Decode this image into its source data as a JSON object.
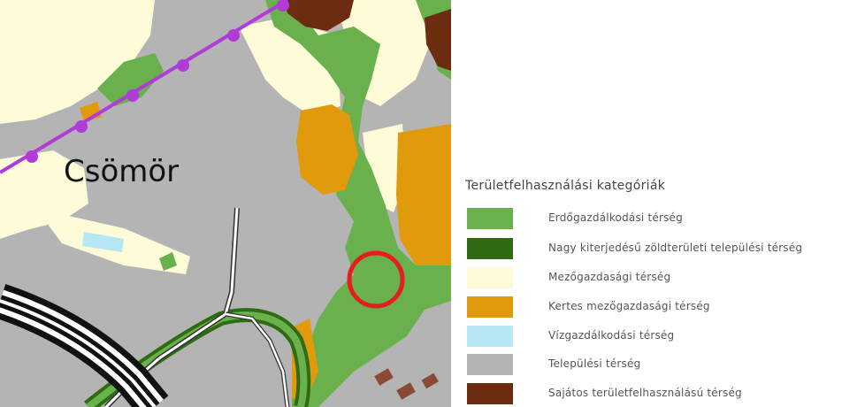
{
  "map": {
    "place_label": "Csömör",
    "highlight_color": "#e41e1e",
    "railway_color": "#b03bd8",
    "road_color": "#ffffff"
  },
  "legend": {
    "title": "Területfelhasználási kategóriák",
    "items": [
      {
        "label": "Erdőgazdálkodási térség",
        "color": "#6ab04c",
        "icon": "forest-swatch"
      },
      {
        "label": "Nagy kiterjedésű zöldterületi települési térség",
        "color": "#2e6b12",
        "icon": "green-area-swatch"
      },
      {
        "label": "Mezőgazdasági térség",
        "color": "#fdfbd8",
        "icon": "agricultural-swatch"
      },
      {
        "label": "Kertes mezőgazdasági térség",
        "color": "#e19a0c",
        "icon": "garden-agricultural-swatch"
      },
      {
        "label": "Vízgazdálkodási térség",
        "color": "#b7e6f5",
        "icon": "water-swatch"
      },
      {
        "label": "Települési térség",
        "color": "#b4b4b4",
        "icon": "settlement-swatch"
      },
      {
        "label": "Sajátos területfelhasználású térség",
        "color": "#6b2c10",
        "icon": "special-use-swatch"
      }
    ]
  }
}
